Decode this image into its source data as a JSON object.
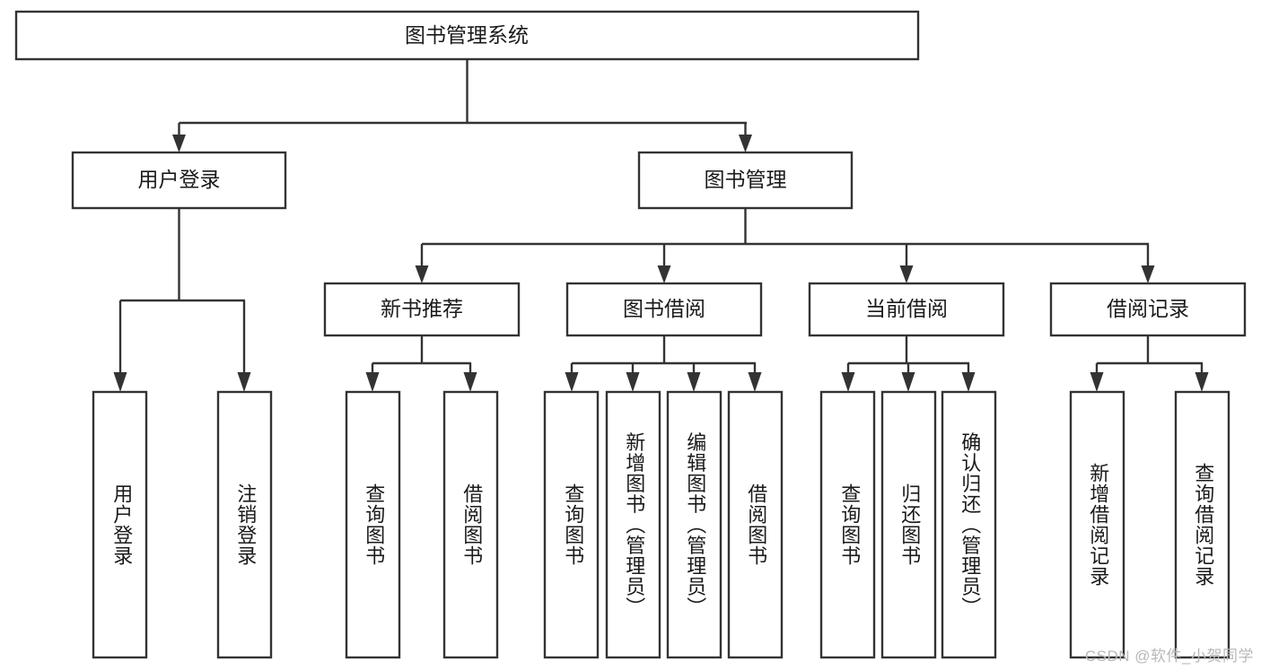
{
  "diagram": {
    "type": "tree-hierarchy-chart",
    "title": "图书管理系统",
    "colors": {
      "stroke": "#333333",
      "fill": "#ffffff",
      "text": "#1a1a1a",
      "watermark": "#b8b8b8"
    },
    "root": {
      "label": "图书管理系统"
    },
    "level2": [
      {
        "label": "用户登录"
      },
      {
        "label": "图书管理"
      }
    ],
    "level3": [
      {
        "label": "新书推荐"
      },
      {
        "label": "图书借阅"
      },
      {
        "label": "当前借阅"
      },
      {
        "label": "借阅记录"
      }
    ],
    "leaves": {
      "user_login": [
        {
          "label": "用户登录"
        },
        {
          "label": "注销登录"
        }
      ],
      "new_book_recommend": [
        {
          "label": "查询图书"
        },
        {
          "label": "借阅图书"
        }
      ],
      "book_borrow": [
        {
          "label": "查询图书"
        },
        {
          "label": "新增图书（管理员）"
        },
        {
          "label": "编辑图书（管理员）"
        },
        {
          "label": "借阅图书"
        }
      ],
      "current_borrow": [
        {
          "label": "查询图书"
        },
        {
          "label": "归还图书"
        },
        {
          "label": "确认归还（管理员）"
        }
      ],
      "borrow_record": [
        {
          "label": "新增借阅记录"
        },
        {
          "label": "查询借阅记录"
        }
      ]
    },
    "watermark": "CSDN @软件_小贺同学"
  }
}
